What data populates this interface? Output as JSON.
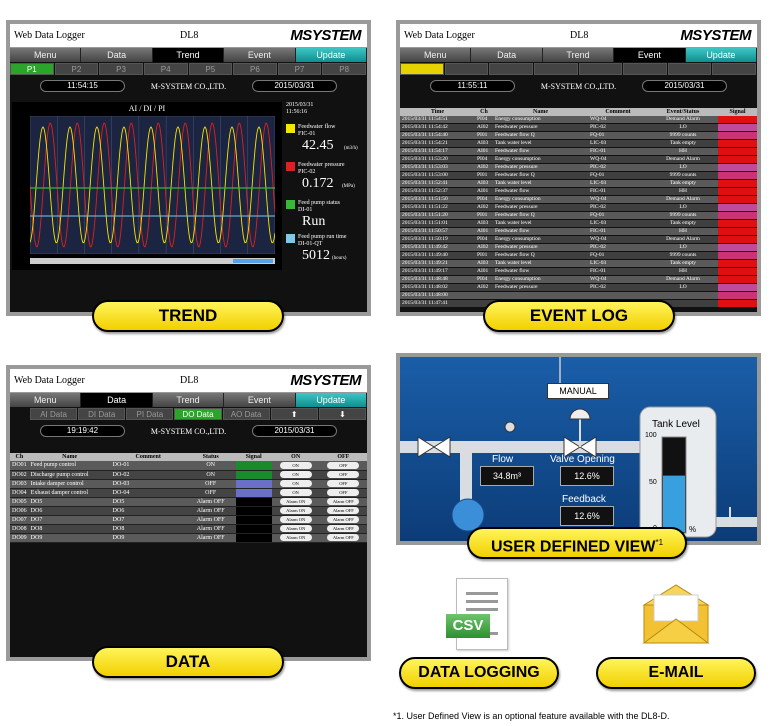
{
  "common": {
    "app_title": "Web Data Logger",
    "model": "DL8",
    "brand": "MSYSTEM",
    "company": "M-SYSTEM CO.,LTD.",
    "date": "2015/03/31",
    "tabs": [
      "Menu",
      "Data",
      "Trend",
      "Event",
      "Update"
    ]
  },
  "trend": {
    "time": "11:54:15",
    "subtabs": [
      "P1",
      "P2",
      "P3",
      "P4",
      "P5",
      "P6",
      "P7",
      "P8"
    ],
    "chart_title": "AI / DI / PI",
    "timestamp_date": "2015/03/31",
    "timestamp_time": "11:56:16",
    "legend": [
      {
        "idx": "01",
        "name": "Feedwater flow",
        "tag": "FIC-01",
        "value": "42.45",
        "unit": "(m3/h)",
        "color": "#f5e600"
      },
      {
        "idx": "02",
        "name": "Feedwater pressure",
        "tag": "PIC-02",
        "value": "0.172",
        "unit": "(MPa)",
        "color": "#e02020"
      },
      {
        "idx": "03",
        "name": "Feed pump status",
        "tag": "DI-01",
        "value": "Run",
        "unit": "",
        "color": "#37b837"
      },
      {
        "idx": "04",
        "name": "Feed pump run time",
        "tag": "DI-01-QT",
        "value": "5012",
        "unit": "(hours)",
        "color": "#7ec8e8"
      }
    ],
    "label": "TREND"
  },
  "event": {
    "time": "11:55:11",
    "headers": [
      "Time",
      "Ch",
      "Name",
      "Comment",
      "Event/Status",
      "Signal"
    ],
    "rows": [
      [
        "2015/03/31 11:54:51",
        "PI04",
        "Energy consumption",
        "WQ-04",
        "Demand Alarm",
        "#e01010"
      ],
      [
        "2015/03/31 11:54:42",
        "AI02",
        "Feedwater pressure",
        "PIC-02",
        "LO",
        "#c24a9a"
      ],
      [
        "2015/03/31 11:54:40",
        "PI01",
        "Feedwater flow Q",
        "FQ-01",
        "9999 counts",
        "#cc3377"
      ],
      [
        "2015/03/31 11:54:21",
        "AI03",
        "Tank water level",
        "LIC-03",
        "Tank empty",
        "#e01010"
      ],
      [
        "2015/03/31 11:54:17",
        "AI01",
        "Feedwater flow",
        "FIC-01",
        "HH",
        "#e01010"
      ],
      [
        "2015/03/31 11:53:20",
        "PI04",
        "Energy consumption",
        "WQ-04",
        "Demand Alarm",
        "#e01010"
      ],
      [
        "2015/03/31 11:53:03",
        "AI02",
        "Feedwater pressure",
        "PIC-02",
        "LO",
        "#c24a9a"
      ],
      [
        "2015/03/31 11:53:00",
        "PI01",
        "Feedwater flow Q",
        "FQ-01",
        "9999 counts",
        "#cc3377"
      ],
      [
        "2015/03/31 11:52:41",
        "AI03",
        "Tank water level",
        "LIC-03",
        "Tank empty",
        "#e01010"
      ],
      [
        "2015/03/31 11:52:37",
        "AI01",
        "Feedwater flow",
        "FIC-01",
        "HH",
        "#e01010"
      ],
      [
        "2015/03/31 11:51:50",
        "PI04",
        "Energy consumption",
        "WQ-04",
        "Demand Alarm",
        "#e01010"
      ],
      [
        "2015/03/31 11:51:22",
        "AI02",
        "Feedwater pressure",
        "PIC-02",
        "LO",
        "#c24a9a"
      ],
      [
        "2015/03/31 11:51:20",
        "PI01",
        "Feedwater flow Q",
        "FQ-01",
        "9999 counts",
        "#cc3377"
      ],
      [
        "2015/03/31 11:51:01",
        "AI03",
        "Tank water level",
        "LIC-03",
        "Tank empty",
        "#e01010"
      ],
      [
        "2015/03/31 11:50:57",
        "AI01",
        "Feedwater flow",
        "FIC-01",
        "HH",
        "#e01010"
      ],
      [
        "2015/03/31 11:50:19",
        "PI04",
        "Energy consumption",
        "WQ-04",
        "Demand Alarm",
        "#e01010"
      ],
      [
        "2015/03/31 11:49:42",
        "AI02",
        "Feedwater pressure",
        "PIC-02",
        "LO",
        "#c24a9a"
      ],
      [
        "2015/03/31 11:49:40",
        "PI01",
        "Feedwater flow Q",
        "FQ-01",
        "9999 counts",
        "#cc3377"
      ],
      [
        "2015/03/31 11:49:21",
        "AI03",
        "Tank water level",
        "LIC-03",
        "Tank empty",
        "#e01010"
      ],
      [
        "2015/03/31 11:49:17",
        "AI01",
        "Feedwater flow",
        "FIC-01",
        "HH",
        "#e01010"
      ],
      [
        "2015/03/31 11:48:48",
        "PI04",
        "Energy consumption",
        "WQ-04",
        "Demand Alarm",
        "#e01010"
      ],
      [
        "2015/03/31 11:48:02",
        "AI02",
        "Feedwater pressure",
        "PIC-02",
        "LO",
        "#c24a9a"
      ],
      [
        "2015/03/31 11:48:00",
        "",
        "",
        "",
        "",
        "#cc3377"
      ],
      [
        "2015/03/31 11:47:41",
        "",
        "",
        "",
        "",
        "#e01010"
      ]
    ],
    "label": "EVENT LOG"
  },
  "data": {
    "time": "19:19:42",
    "subtabs": [
      "AI Data",
      "DI Data",
      "PI Data",
      "DO Data",
      "AO Data",
      "⬆",
      "⬇"
    ],
    "headers": [
      "Ch",
      "Name",
      "Comment",
      "Status",
      "Signal",
      "ON",
      "OFF"
    ],
    "rows": [
      [
        "DO01",
        "Feed pump control",
        "DO-01",
        "ON",
        "#1a8a2a",
        "ON",
        "OFF"
      ],
      [
        "DO02",
        "Discharge pump control",
        "DO-02",
        "ON",
        "#1a8a2a",
        "ON",
        "OFF"
      ],
      [
        "DO03",
        "Intake damper control",
        "DO-03",
        "OFF",
        "#6a6fc8",
        "ON",
        "OFF"
      ],
      [
        "DO04",
        "Exhaust damper control",
        "DO-04",
        "OFF",
        "#6a6fc8",
        "ON",
        "OFF"
      ],
      [
        "DO05",
        "DO5",
        "DO5",
        "Alarm OFF",
        "#000000",
        "Alarm ON",
        "Alarm OFF"
      ],
      [
        "DO06",
        "DO6",
        "DO6",
        "Alarm OFF",
        "#000000",
        "Alarm ON",
        "Alarm OFF"
      ],
      [
        "DO07",
        "DO7",
        "DO7",
        "Alarm OFF",
        "#000000",
        "Alarm ON",
        "Alarm OFF"
      ],
      [
        "DO08",
        "DO8",
        "DO8",
        "Alarm OFF",
        "#000000",
        "Alarm ON",
        "Alarm OFF"
      ],
      [
        "DO09",
        "DO9",
        "DO9",
        "Alarm OFF",
        "#000000",
        "Alarm ON",
        "Alarm OFF"
      ]
    ],
    "label": "DATA"
  },
  "udv": {
    "manual": "MANUAL",
    "flow_label": "Flow",
    "flow_value": "34.8m³",
    "valve_label": "Valve Opening",
    "valve_value": "12.6%",
    "feedback_label": "Feedback",
    "feedback_value": "12.6%",
    "tank_label": "Tank Level",
    "tank_ticks": [
      "100",
      "50",
      "0"
    ],
    "tank_unit": "%",
    "tank_level_fraction": 0.6,
    "label": "USER DEFINED VIEW",
    "label_sup": "*1"
  },
  "csv": {
    "icon_text": "CSV",
    "label": "DATA LOGGING"
  },
  "email": {
    "label": "E-MAIL"
  },
  "footnote": "*1. User Defined View is an optional feature available with the DL8-D."
}
